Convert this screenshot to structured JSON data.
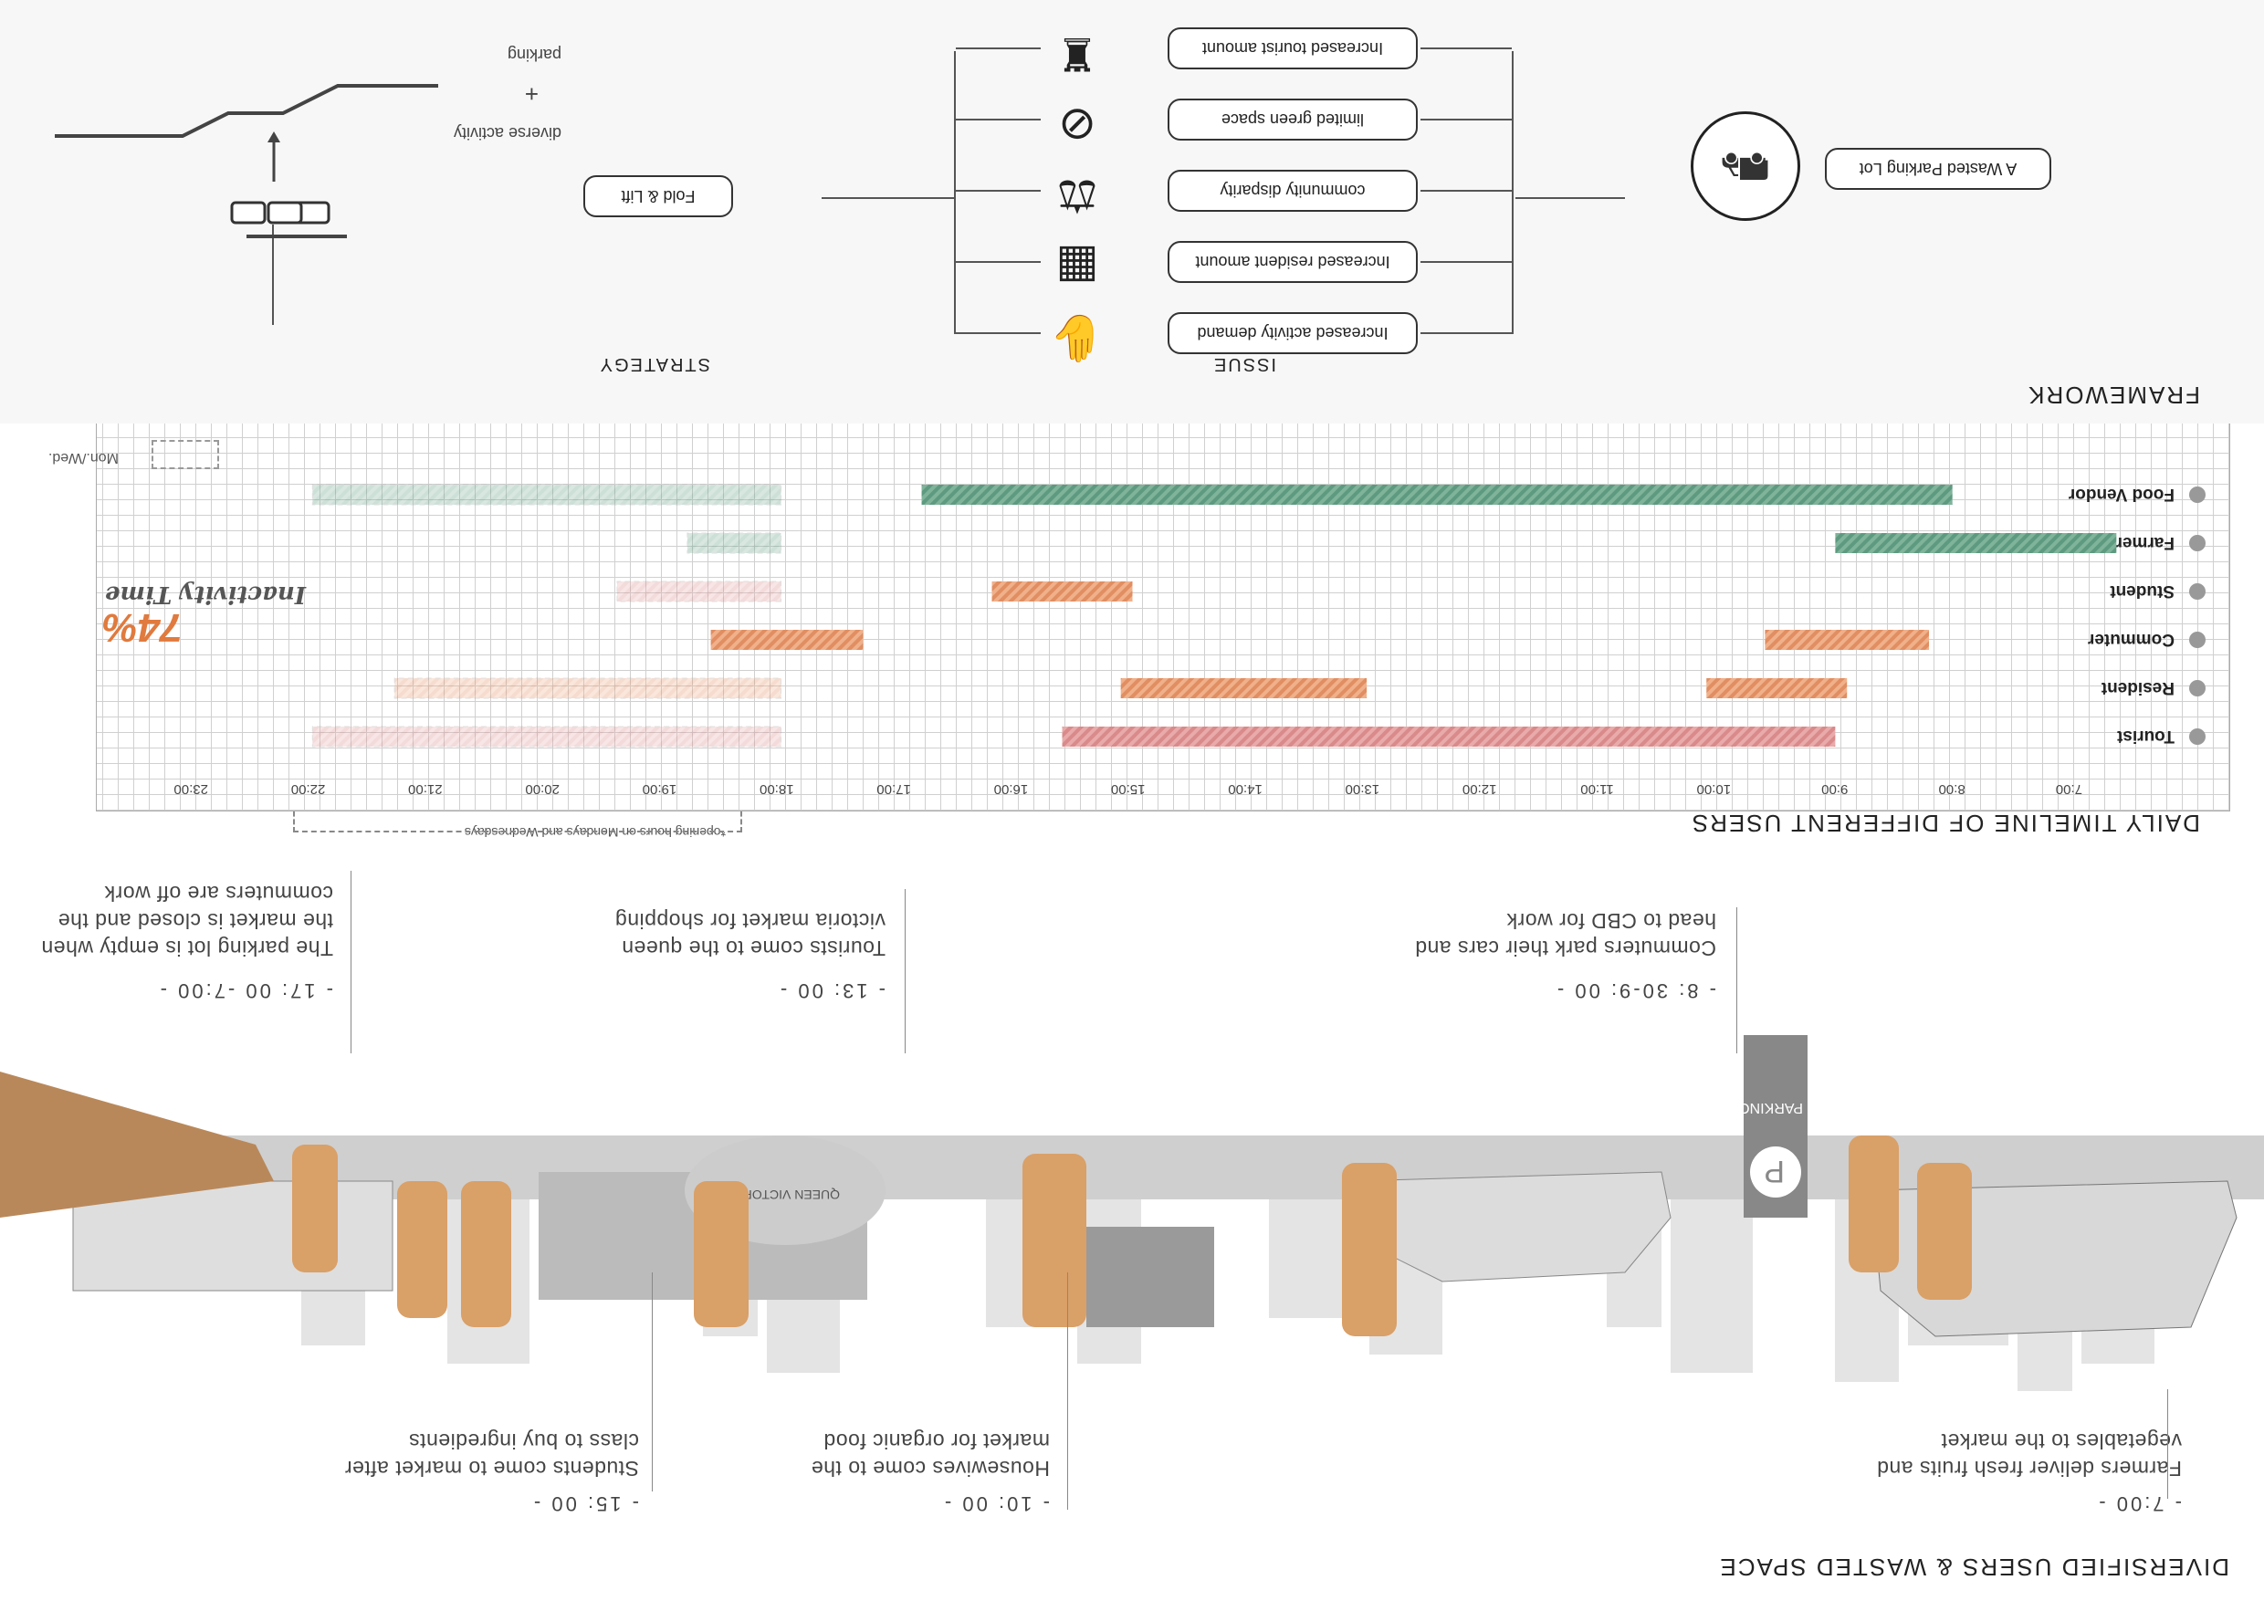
{
  "sections": {
    "diversified": "DIVERSIFIED USERS & WASTED SPACE",
    "timeline": "DAILY TIMELINE OF DIFFERENT USERS",
    "framework": "FRAMEWORK"
  },
  "scene_captions": [
    {
      "time": "- 7:00 -",
      "text": "Farmers deliver fresh fruits and vegetables to the market"
    },
    {
      "time": "- 8: 30-9: 00 -",
      "text": "Commuters park their cars and head to CBD for work"
    },
    {
      "time": "- 10: 00 -",
      "text": "Housewives come to the market for organic food"
    },
    {
      "time": "- 13: 00 -",
      "text": "Tourists come to the queen victoria market for shopping"
    },
    {
      "time": "- 15: 00 -",
      "text": "Students come to market after class to buy ingredients"
    },
    {
      "time": "- 17: 00 -7:00 -",
      "text": "The parking lot is empty when the market is closed and the commuters are off work"
    }
  ],
  "scene_labels": {
    "parking_sign": "PARKING",
    "market_sign": "QUEEN VICTORIA"
  },
  "timeline": {
    "hours": [
      "7:00",
      "8:00",
      "9:00",
      "10:00",
      "11:00",
      "12:00",
      "13:00",
      "14:00",
      "15:00",
      "16:00",
      "17:00",
      "18:00",
      "19:00",
      "20:00",
      "21:00",
      "22:00",
      "23:00"
    ],
    "note": "*opening hours on Mondays and Wednesdays",
    "legend": "Mon./Wed.",
    "inactivity_label": "Inactivity Time",
    "inactivity_value": "74%",
    "users": [
      {
        "name": "Tourist",
        "icon": "tourist-icon"
      },
      {
        "name": "Resident",
        "icon": "resident-icon"
      },
      {
        "name": "Commuter",
        "icon": "commuter-icon"
      },
      {
        "name": "Student",
        "icon": "student-icon"
      },
      {
        "name": "Farmer",
        "icon": "farmer-icon"
      },
      {
        "name": "Food Vendor",
        "icon": "food-vendor-icon"
      }
    ],
    "bars": [
      {
        "user": "Tourist",
        "start": 9.0,
        "end": 15.6,
        "color": "red",
        "mon_wed": false
      },
      {
        "user": "Tourist",
        "start": 18.0,
        "end": 22.0,
        "color": "red",
        "mon_wed": true
      },
      {
        "user": "Resident",
        "start": 8.9,
        "end": 10.1,
        "color": "orange",
        "mon_wed": false
      },
      {
        "user": "Resident",
        "start": 13.0,
        "end": 15.1,
        "color": "orange",
        "mon_wed": false
      },
      {
        "user": "Resident",
        "start": 18.0,
        "end": 21.3,
        "color": "orange",
        "mon_wed": true
      },
      {
        "user": "Commuter",
        "start": 8.2,
        "end": 9.6,
        "color": "orange",
        "mon_wed": false
      },
      {
        "user": "Commuter",
        "start": 17.3,
        "end": 18.6,
        "color": "orange",
        "mon_wed": false
      },
      {
        "user": "Student",
        "start": 15.0,
        "end": 16.2,
        "color": "orange",
        "mon_wed": false
      },
      {
        "user": "Student",
        "start": 18.0,
        "end": 19.4,
        "color": "red",
        "mon_wed": true
      },
      {
        "user": "Farmer",
        "start": 6.6,
        "end": 9.0,
        "color": "green",
        "mon_wed": false
      },
      {
        "user": "Farmer",
        "start": 18.0,
        "end": 18.8,
        "color": "green",
        "mon_wed": true
      },
      {
        "user": "Food Vendor",
        "start": 8.0,
        "end": 16.8,
        "color": "green",
        "mon_wed": false
      },
      {
        "user": "Food Vendor",
        "start": 18.0,
        "end": 22.0,
        "color": "green",
        "mon_wed": true
      }
    ]
  },
  "framework": {
    "origin": "A Wasted Parking Lot",
    "issue_title": "ISSUE",
    "issues": [
      {
        "label": "Increased activity demand",
        "icon": "activity-icon"
      },
      {
        "label": "Increased resident amount",
        "icon": "building-icon"
      },
      {
        "label": "community disparity",
        "icon": "disparity-icon"
      },
      {
        "label": "limited green space",
        "icon": "no-green-icon"
      },
      {
        "label": "Increased tourist amount",
        "icon": "tourist-group-icon"
      }
    ],
    "strategy_title": "STRATEGY",
    "strategy": "Fold & Lift",
    "diagram_labels": {
      "top": "parking",
      "plus": "+",
      "bottom": "diverse activity"
    }
  }
}
